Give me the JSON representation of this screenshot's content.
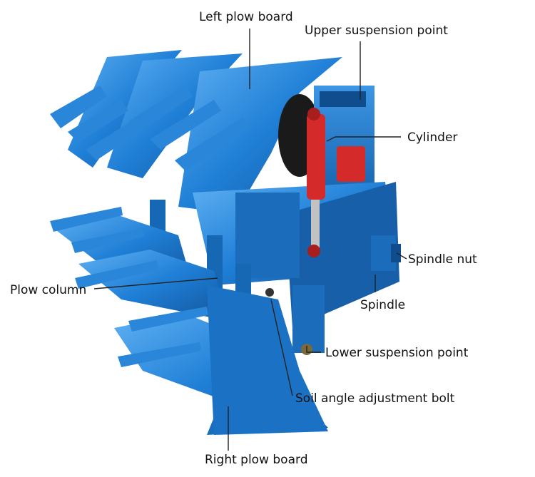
{
  "labels": {
    "left_plow_board": "Left plow board",
    "upper_suspension_point": "Upper suspension point",
    "cylinder": "Cylinder",
    "spindle_nut": "Spindle nut",
    "plow_column": "Plow column",
    "spindle": "Spindle",
    "lower_suspension_point": "Lower suspension point",
    "soil_angle_adjustment_bolt": "Soil angle adjustment bolt",
    "right_plow_board": "Right plow board"
  },
  "colors": {
    "plow_blue": "#1f7fd6",
    "plow_blue_dark": "#12539a",
    "plow_blue_light": "#59a9ee",
    "cylinder_red": "#d42a2a",
    "leader_line": "#222222",
    "background": "#ffffff"
  }
}
